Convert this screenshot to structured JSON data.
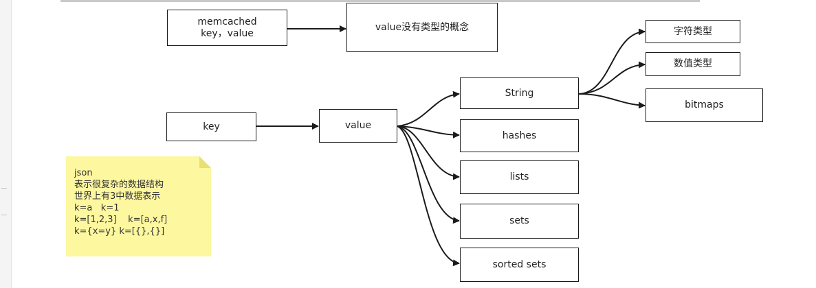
{
  "diagram": {
    "nodes": {
      "memcached": "memcached\nkey，value",
      "value_no_type": "value没有类型的概念",
      "key": "key",
      "value": "value",
      "string": "String",
      "hashes": "hashes",
      "lists": "lists",
      "sets": "sets",
      "sorted_sets": "sorted  sets",
      "string_type": "字符类型",
      "numeric_type": "数值类型",
      "bitmaps": "bitmaps"
    },
    "note": {
      "lines": [
        "json",
        "表示很复杂的数据结构",
        "世界上有3中数据表示",
        "k=a   k=1",
        "k=[1,2,3]    k=[a,x,f]",
        "k={x=y} k=[{},{}]"
      ]
    }
  },
  "colors": {
    "stroke": "#1a1a1a",
    "note": "#fdf7a0"
  }
}
